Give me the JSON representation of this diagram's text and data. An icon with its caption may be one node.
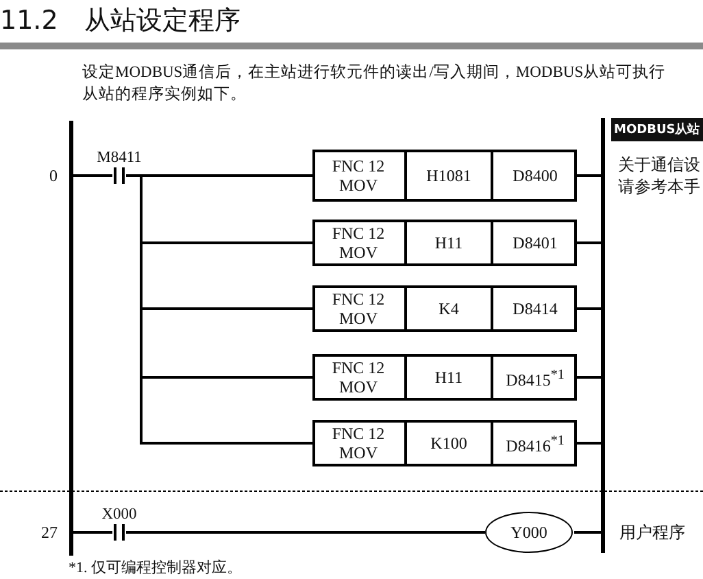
{
  "diagram": {
    "title": "11.2　从站设定程序",
    "nodes": [
      {
        "text": [],
        "shape": "bar"
      },
      {
        "text": [
          "M8411"
        ]
      },
      {
        "text": [
          "FNC 12 MOV",
          "H1081",
          "D8400"
        ]
      },
      {
        "text": [
          "FNC 12 MOV",
          "H11",
          "D8401"
        ]
      },
      {
        "text": [
          "FNC 12 MOV",
          "K4",
          "D8414"
        ]
      },
      {
        "text": [
          "FNC 12 MOV",
          "H11",
          "D8415$^{*1}$"
        ]
      },
      {
        "text": [
          "FNC 12 MOV",
          "K100",
          "D8416$^{*1}$"
        ]
      },
      {
        "text": [
          "X000"
        ]
      },
      {
        "text": [
          "Y000"
        ]
      },
      {
        "text": [],
        "shape": "bar"
      }
    ],
    "edges": [
      {
        "from": 0,
        "to": 1,
        "arrow": "none"
      },
      {
        "from": 1,
        "to": 2,
        "arrow": "none"
      },
      {
        "from": 1,
        "to": 3,
        "arrow": "none"
      },
      {
        "from": 1,
        "to": 4,
        "arrow": "none"
      },
      {
        "from": 1,
        "to": 5,
        "arrow": "none"
      },
      {
        "from": 1,
        "to": 6,
        "arrow": "none"
      },
      {
        "from": 2,
        "to": 9,
        "arrow": "none"
      },
      {
        "from": 3,
        "to": 9,
        "arrow": "none"
      },
      {
        "from": 4,
        "to": 9,
        "arrow": "none"
      },
      {
        "from": 5,
        "to": 9,
        "arrow": "none"
      },
      {
        "from": 6,
        "to": 9,
        "arrow": "none"
      },
      {
        "from": 0,
        "to": 7,
        "arrow": "none"
      },
      {
        "from": 7,
        "to": 8,
        "arrow": "none"
      },
      {
        "from": 8,
        "to": 9,
        "arrow": "none"
      }
    ],
    "labels": [
      "设定MODBUS通信后，在主站进行软元件的读出/写入期间，MODBUS从站可执行",
      "从站的程序实例如下。",
      "MODBUS从站",
      "关于通信设",
      "请参考本手",
      "0",
      "27",
      "用户程序",
      "*1. 仅可编程控制器对应。"
    ]
  }
}
